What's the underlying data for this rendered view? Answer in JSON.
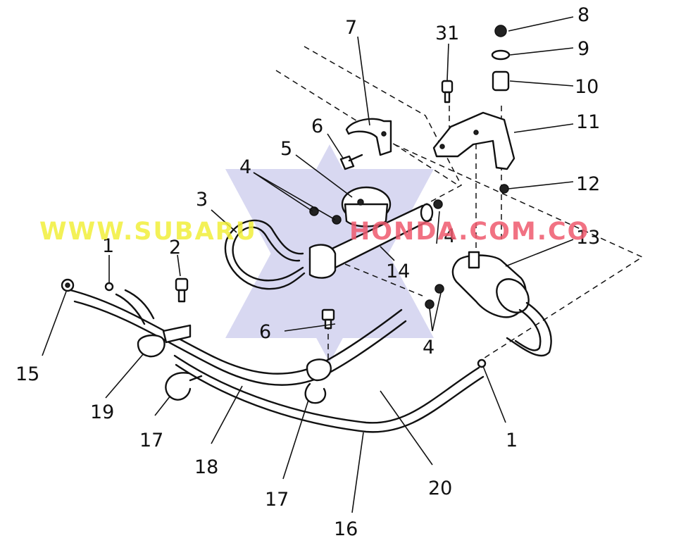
{
  "watermark": {
    "part1": "WWW.SUBARU",
    "part2": "HONDA.COM.CO",
    "color1": "#f2ef3a",
    "color2": "#ef5a6e",
    "star_color": "#b9b9e6"
  },
  "callouts": [
    {
      "id": "c1a",
      "text": "1"
    },
    {
      "id": "c1b",
      "text": "1"
    },
    {
      "id": "c2",
      "text": "2"
    },
    {
      "id": "c3",
      "text": "3"
    },
    {
      "id": "c4a",
      "text": "4"
    },
    {
      "id": "c4b",
      "text": "4"
    },
    {
      "id": "c4c",
      "text": "4"
    },
    {
      "id": "c5",
      "text": "5"
    },
    {
      "id": "c6a",
      "text": "6"
    },
    {
      "id": "c6b",
      "text": "6"
    },
    {
      "id": "c7",
      "text": "7"
    },
    {
      "id": "c8",
      "text": "8"
    },
    {
      "id": "c9",
      "text": "9"
    },
    {
      "id": "c10",
      "text": "10"
    },
    {
      "id": "c11",
      "text": "11"
    },
    {
      "id": "c12",
      "text": "12"
    },
    {
      "id": "c13",
      "text": "13"
    },
    {
      "id": "c14",
      "text": "14"
    },
    {
      "id": "c15",
      "text": "15"
    },
    {
      "id": "c16",
      "text": "16"
    },
    {
      "id": "c17a",
      "text": "17"
    },
    {
      "id": "c17b",
      "text": "17"
    },
    {
      "id": "c18",
      "text": "18"
    },
    {
      "id": "c19",
      "text": "19"
    },
    {
      "id": "c20",
      "text": "20"
    },
    {
      "id": "c31",
      "text": "31"
    }
  ]
}
